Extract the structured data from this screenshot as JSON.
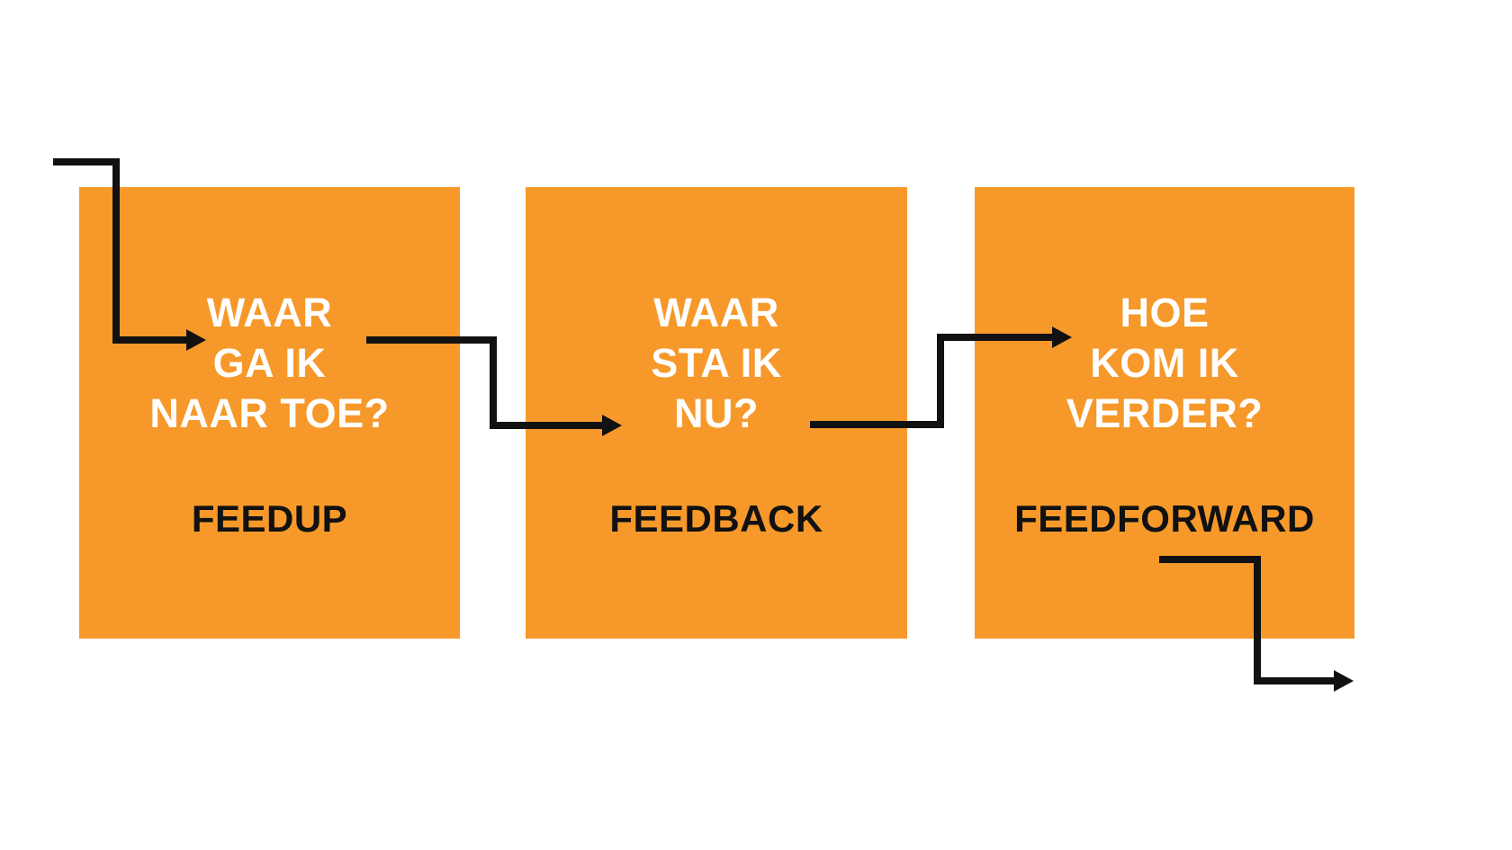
{
  "diagram": {
    "colors": {
      "background": "#FFFFFF",
      "box_fill": "#F6992A",
      "question_text": "#FFFFFF",
      "line": "#111111"
    },
    "boxes": [
      {
        "question_lines": [
          "WAAR",
          "GA IK",
          "NAAR TOE?"
        ],
        "label": "FEEDUP"
      },
      {
        "question_lines": [
          "WAAR",
          "STA IK",
          "NU?"
        ],
        "label": "FEEDBACK"
      },
      {
        "question_lines": [
          "HOE",
          "KOM IK",
          "VERDER?"
        ],
        "label": "FEEDFORWARD"
      }
    ],
    "connectors": [
      {
        "name": "flow-in-arrow",
        "from": "start",
        "to": "FEEDUP"
      },
      {
        "name": "feedup-to-feedback-arrow",
        "from": "FEEDUP",
        "to": "FEEDBACK"
      },
      {
        "name": "feedback-to-feedforward-arrow",
        "from": "FEEDBACK",
        "to": "FEEDFORWARD"
      },
      {
        "name": "flow-out-arrow",
        "from": "FEEDFORWARD",
        "to": "end"
      }
    ]
  }
}
